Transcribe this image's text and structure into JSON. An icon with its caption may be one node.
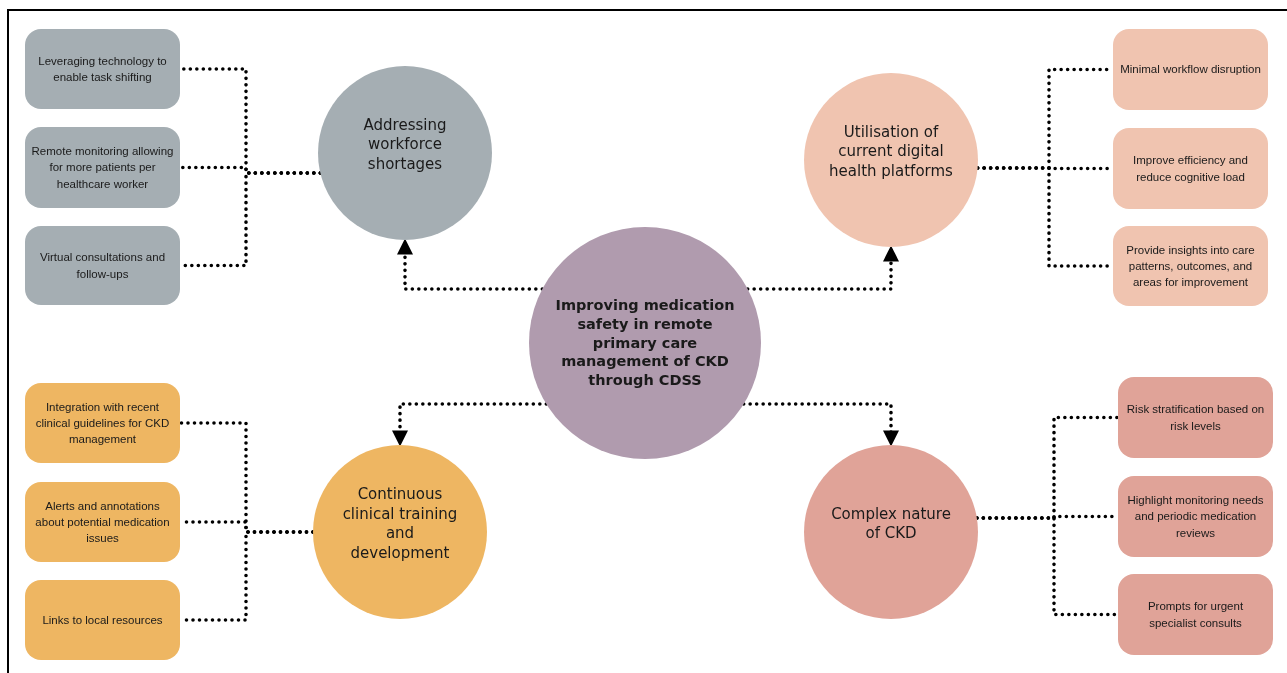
{
  "diagram": {
    "nodes": [
      {
        "text": [
          "Improving medication safety in remote primary care management of CKD through CDSS"
        ]
      },
      {
        "text": [
          "Addressing workforce shortages"
        ]
      },
      {
        "text": [
          "Utilisation of current digital health platforms"
        ]
      },
      {
        "text": [
          "Continuous clinical training and development"
        ]
      },
      {
        "text": [
          "Complex nature of CKD"
        ]
      },
      {
        "text": [
          "Leveraging technology to enable task shifting"
        ]
      },
      {
        "text": [
          "Remote monitoring allowing for more patients per healthcare worker"
        ]
      },
      {
        "text": [
          "Virtual consultations and follow-ups"
        ]
      },
      {
        "text": [
          "Minimal workflow disruption"
        ]
      },
      {
        "text": [
          "Improve efficiency and reduce cognitive load"
        ]
      },
      {
        "text": [
          "Provide insights into care patterns, outcomes, and areas for improvement"
        ]
      },
      {
        "text": [
          "Integration with recent clinical guidelines for CKD management"
        ]
      },
      {
        "text": [
          "Alerts and annotations about potential medication issues"
        ]
      },
      {
        "text": [
          "Links to local resources"
        ]
      },
      {
        "text": [
          "Risk stratification based on risk levels"
        ]
      },
      {
        "text": [
          "Highlight monitoring needs and periodic medication reviews"
        ]
      },
      {
        "text": [
          "Prompts for urgent specialist consults"
        ]
      }
    ],
    "edges": [
      {
        "from": 0,
        "to": 1,
        "arrow": "to",
        "style": "dashed"
      },
      {
        "from": 0,
        "to": 2,
        "arrow": "to",
        "style": "dashed"
      },
      {
        "from": 0,
        "to": 3,
        "arrow": "to",
        "style": "dashed"
      },
      {
        "from": 0,
        "to": 4,
        "arrow": "to",
        "style": "dashed"
      },
      {
        "from": 1,
        "to": 5,
        "arrow": "none",
        "style": "dashed"
      },
      {
        "from": 1,
        "to": 6,
        "arrow": "none",
        "style": "dashed"
      },
      {
        "from": 1,
        "to": 7,
        "arrow": "none",
        "style": "dashed"
      },
      {
        "from": 2,
        "to": 8,
        "arrow": "none",
        "style": "dashed"
      },
      {
        "from": 2,
        "to": 9,
        "arrow": "none",
        "style": "dashed"
      },
      {
        "from": 2,
        "to": 10,
        "arrow": "none",
        "style": "dashed"
      },
      {
        "from": 3,
        "to": 11,
        "arrow": "none",
        "style": "dashed"
      },
      {
        "from": 3,
        "to": 12,
        "arrow": "none",
        "style": "dashed"
      },
      {
        "from": 3,
        "to": 13,
        "arrow": "none",
        "style": "dashed"
      },
      {
        "from": 4,
        "to": 14,
        "arrow": "none",
        "style": "dashed"
      },
      {
        "from": 4,
        "to": 15,
        "arrow": "none",
        "style": "dashed"
      },
      {
        "from": 4,
        "to": 16,
        "arrow": "none",
        "style": "dashed"
      }
    ]
  }
}
